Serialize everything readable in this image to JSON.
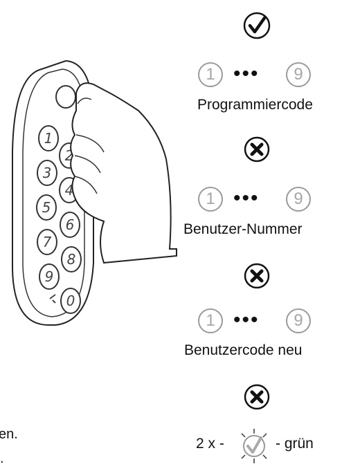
{
  "steps": {
    "s1_label": "Programmiercode",
    "s2_label": "Benutzer-Nummer",
    "s3_label": "Benutzercode neu",
    "digit_first": "1",
    "digit_last": "9",
    "dots": "•••"
  },
  "result": {
    "prefix": "2 x -",
    "suffix": "- grün"
  },
  "cutoff_text": {
    "line1": "en.",
    "line2": "."
  },
  "keypad": {
    "keys": [
      "1",
      "3",
      "5",
      "7",
      "9",
      "2",
      "4",
      "6",
      "8",
      "0",
      "key"
    ]
  },
  "icons": {
    "confirm": "checkmark-icon",
    "key": "key-x-icon",
    "led": "green-led-icon"
  }
}
